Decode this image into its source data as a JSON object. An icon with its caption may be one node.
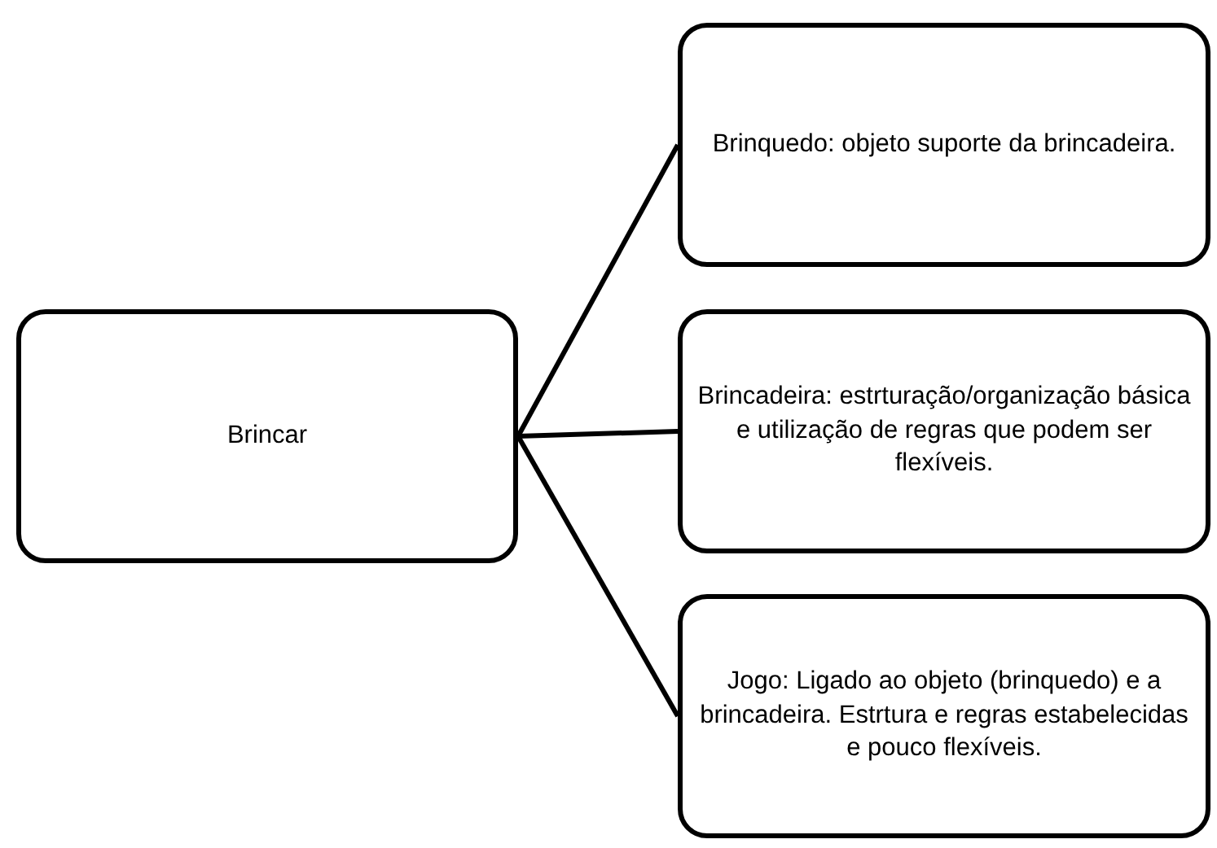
{
  "diagram": {
    "nodes": [
      {
        "text": [
          "Brincar"
        ]
      },
      {
        "text": [
          "Brinquedo: objeto suporte da brincadeira."
        ]
      },
      {
        "text": [
          "Brincadeira: estrturação/organização básica e utilização de regras que podem ser flexíveis."
        ]
      },
      {
        "text": [
          "Jogo: Ligado ao objeto (brinquedo) e a brincadeira. Estrtura e regras estabelecidas e pouco flexíveis."
        ]
      }
    ],
    "edges": [
      {
        "from": 0,
        "to": 1,
        "arrow": "none"
      },
      {
        "from": 0,
        "to": 2,
        "arrow": "none"
      },
      {
        "from": 0,
        "to": 3,
        "arrow": "none"
      }
    ]
  }
}
